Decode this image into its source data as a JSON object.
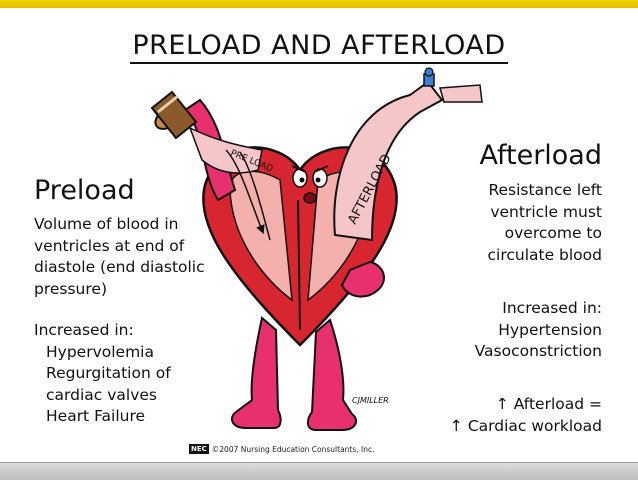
{
  "title": "PRELOAD AND AFTERLOAD",
  "preload": {
    "heading": "Preload",
    "description": [
      "Volume of blood in",
      "ventricles at end of",
      "diastole (end diastolic",
      "pressure)"
    ],
    "increased_label": "Increased in:",
    "increased_items": [
      "Hypervolemia",
      "Regurgitation of",
      "cardiac valves",
      "Heart Failure"
    ]
  },
  "afterload": {
    "heading": "Afterload",
    "description": [
      "Resistance left",
      "ventricle must",
      "overcome to",
      "circulate blood"
    ],
    "increased_label": "Increased in:",
    "increased_items": [
      "Hypertension",
      "Vasoconstriction"
    ],
    "effect_lines": [
      "↑ Afterload =",
      "↑ Cardiac workload"
    ]
  },
  "illustration": {
    "pre_label": "PRE LOAD",
    "after_label": "AFTERLOAD",
    "signature": "CJMILLER",
    "colors": {
      "heart": "#d7262f",
      "heart_inner": "#f3b0ad",
      "limbs": "#e8306f",
      "tube": "#f4c6c8",
      "can": "#8a5a2b",
      "valve": "#3a7fd1"
    }
  },
  "footer": {
    "logo": "NEC",
    "copyright": "©2007 Nursing Education Consultants, Inc."
  }
}
